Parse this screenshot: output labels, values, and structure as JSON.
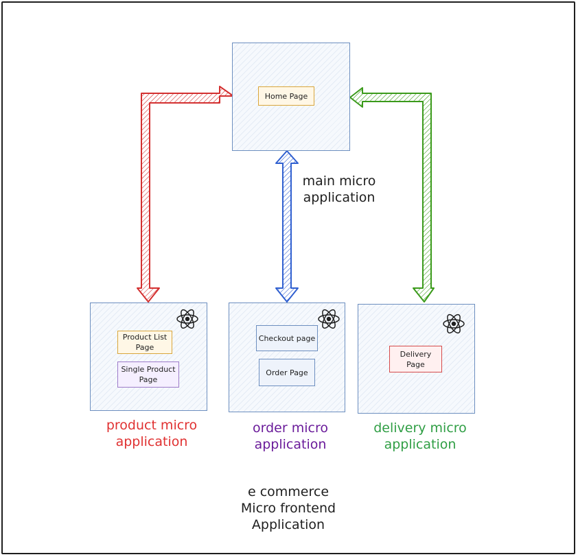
{
  "colors": {
    "product": "#e03131",
    "order": "#6a1b9a",
    "delivery": "#2f9e44",
    "main_arrow_left": "#d32f2f",
    "main_arrow_center": "#2f5fd0",
    "main_arrow_right": "#3a9a1a",
    "box_border": "#6c8ebf",
    "label_dark": "#1e1e1e",
    "page_orange": "#d9a53a",
    "page_purple": "#9c7ac8",
    "page_blue": "#6c8ebf",
    "page_red": "#d44a4a"
  },
  "main_app": {
    "label": "main micro\napplication",
    "pages": [
      "Home Page"
    ]
  },
  "product_app": {
    "label": "product micro\napplication",
    "pages": [
      "Product List\nPage",
      "Single Product\nPage"
    ],
    "icon": "react-icon"
  },
  "order_app": {
    "label": "order micro\napplication",
    "pages": [
      "Checkout page",
      "Order Page"
    ],
    "icon": "react-icon"
  },
  "delivery_app": {
    "label": "delivery micro\napplication",
    "pages": [
      "Delivery\nPage"
    ],
    "icon": "react-icon"
  },
  "footer": {
    "title": "e commerce\nMicro frontend\nApplication"
  }
}
